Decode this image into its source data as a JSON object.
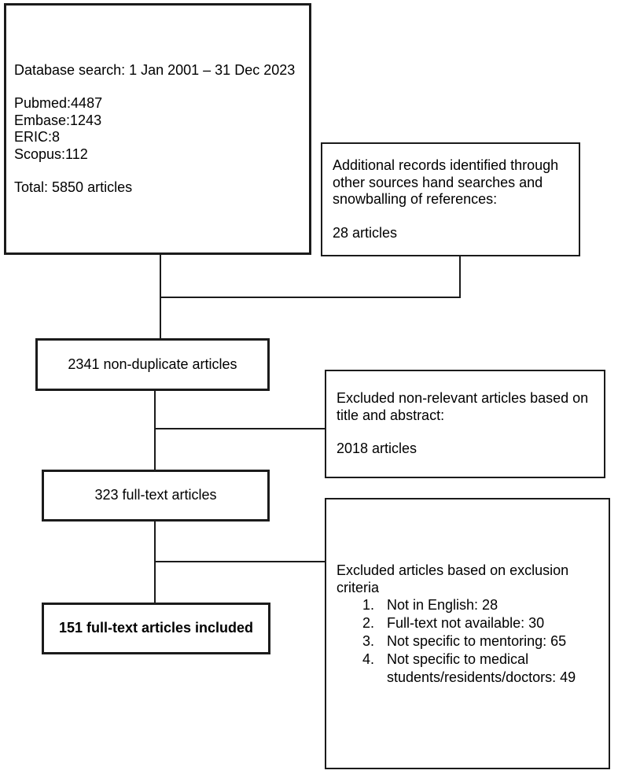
{
  "figure": {
    "type": "prisma-flow",
    "colors": {
      "background": "#ffffff",
      "line": "#1b1b1b",
      "text": "#000000"
    },
    "boxes": {
      "database_search": {
        "title": "Database search: 1 Jan 2001 – 31 Dec 2023",
        "sources": [
          "Pubmed:4487",
          "Embase:1243",
          "ERIC:8",
          "Scopus:112"
        ],
        "total": "Total: 5850 articles"
      },
      "additional_records": {
        "lines": [
          "Additional records identified through",
          "other sources hand searches and",
          "snowballing of references:"
        ],
        "count": "28 articles"
      },
      "non_duplicate": {
        "label": "2341 non-duplicate articles"
      },
      "excluded_title_abstract": {
        "lines": [
          "Excluded non-relevant articles based on",
          "title and abstract:"
        ],
        "count": "2018 articles"
      },
      "full_text": {
        "label": "323 full-text articles"
      },
      "excluded_criteria": {
        "heading_lines": [
          "Excluded articles based on exclusion",
          "criteria"
        ],
        "items": [
          {
            "num": "1.",
            "lines": [
              "Not in English: 28"
            ]
          },
          {
            "num": "2.",
            "lines": [
              "Full-text not available: 30"
            ]
          },
          {
            "num": "3.",
            "lines": [
              "Not specific to mentoring: 65"
            ]
          },
          {
            "num": "4.",
            "lines": [
              "Not specific to medical",
              "students/residents/doctors: 49"
            ]
          }
        ]
      },
      "included": {
        "label": "151 full-text articles included"
      }
    }
  }
}
